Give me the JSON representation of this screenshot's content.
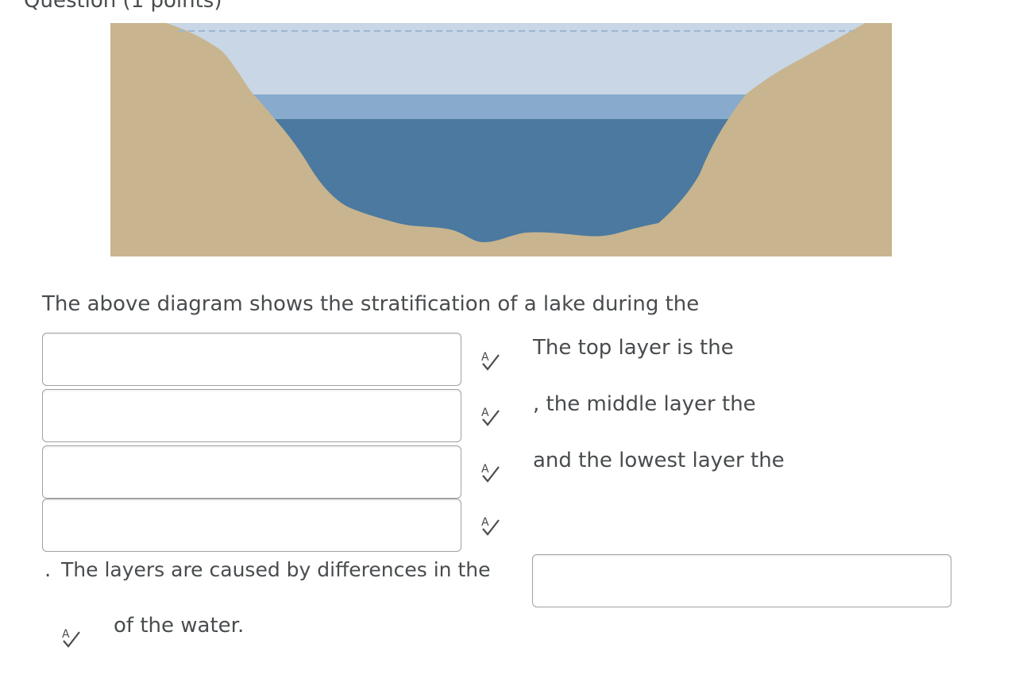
{
  "question": {
    "intro_text": "The above diagram shows the stratification of a lake during the",
    "top_layer_text": "The top layer is the",
    "middle_layer_text": ", the middle layer the",
    "lowest_layer_text": "and the lowest layer the",
    "period_text": ".",
    "cause_text": "The layers are caused by differences in the",
    "end_text": "of the water."
  },
  "blanks": [
    {
      "value": "",
      "placeholder": ""
    },
    {
      "value": "",
      "placeholder": ""
    },
    {
      "value": "",
      "placeholder": ""
    },
    {
      "value": "",
      "placeholder": ""
    },
    {
      "value": "",
      "placeholder": ""
    }
  ],
  "icons": {
    "spellcheck": "spellcheck-icon",
    "lake_diagram": "lake-stratification-diagram"
  },
  "colors": {
    "shore": "#c8b48e",
    "epilimnion": "#c8d6e5",
    "thermocline": "#87aacd",
    "hypolimnion": "#4b799f",
    "text": "#494c4e"
  }
}
